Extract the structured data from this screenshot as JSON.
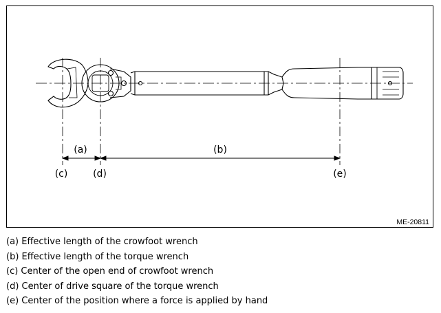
{
  "figure": {
    "dimension_labels": {
      "a": "(a)",
      "b": "(b)",
      "c": "(c)",
      "d": "(d)",
      "e": "(e)"
    },
    "figure_code": "ME-20811",
    "line_color": "#000000"
  },
  "legend": [
    "(a) Effective length of the crowfoot wrench",
    "(b) Effective length of the torque wrench",
    "(c) Center of the open end of crowfoot wrench",
    "(d) Center of drive square of the torque wrench",
    "(e) Center of the position where a force is applied by hand"
  ]
}
